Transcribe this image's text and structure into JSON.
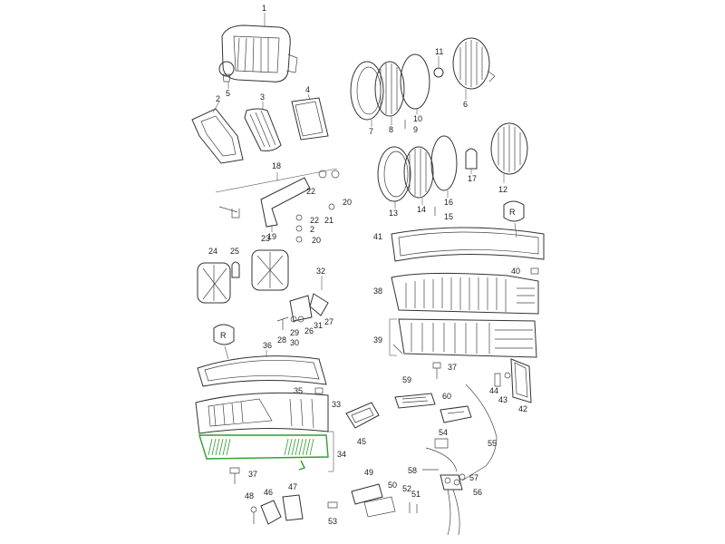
{
  "diagram": {
    "highlight_color": "#2e9e2e",
    "line_color": "#333333",
    "callouts": [
      "1",
      "2",
      "3",
      "4",
      "5",
      "6",
      "7",
      "8",
      "9",
      "10",
      "11",
      "12",
      "13",
      "14",
      "15",
      "16",
      "17",
      "18",
      "19",
      "20",
      "20",
      "21",
      "22",
      "22",
      "2",
      "23",
      "24",
      "25",
      "26",
      "27",
      "28",
      "29",
      "30",
      "31",
      "32",
      "33",
      "34",
      "35",
      "36",
      "37",
      "37",
      "38",
      "39",
      "40",
      "41",
      "42",
      "43",
      "44",
      "45",
      "46",
      "47",
      "48",
      "49",
      "50",
      "51",
      "52",
      "53",
      "54",
      "55",
      "56",
      "57",
      "58",
      "59",
      "60"
    ],
    "highlighted_part": "34",
    "symbol_top_right": "R",
    "symbol_left": "R"
  }
}
